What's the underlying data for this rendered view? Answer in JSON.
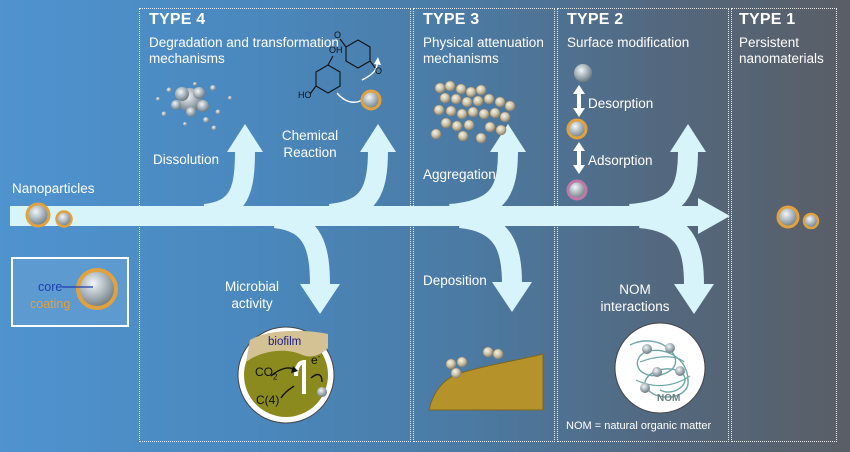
{
  "panels": [
    {
      "type": "TYPE 4",
      "desc": "Degradation and transformation mechanisms"
    },
    {
      "type": "TYPE 3",
      "desc": "Physical attenuation mechanisms"
    },
    {
      "type": "TYPE 2",
      "desc": "Surface modification"
    },
    {
      "type": "TYPE 1",
      "desc": "Persistent nanomaterials"
    }
  ],
  "labels": {
    "nanoparticles": "Nanoparticles",
    "core": "core",
    "coating": "coating",
    "dissolution": "Dissolution",
    "chemical_reaction": "Chemical Reaction",
    "microbial_activity": "Microbial activity",
    "aggregation": "Aggregation",
    "deposition": "Deposition",
    "desorption": "Desorption",
    "adsorption": "Adsorption",
    "nom_interactions": "NOM interactions",
    "nom_note": "NOM = natural organic matter",
    "biofilm": "biofilm",
    "co2": "CO",
    "co2_sub": "2",
    "c4": "C(4)",
    "electron": "e",
    "electron_sup": "-",
    "nom_inset": "NOM",
    "oh_top": "OH",
    "oh_bottom": "HO",
    "o_top": "O",
    "o_bottom": "O"
  },
  "colors": {
    "arrow": "#d8f4fb",
    "coating": "#e0a23e",
    "core": "#b9c6cc",
    "biofilm": "#8a8a1e",
    "sediment": "#b6932a",
    "nom_ring": "#c079a6"
  }
}
